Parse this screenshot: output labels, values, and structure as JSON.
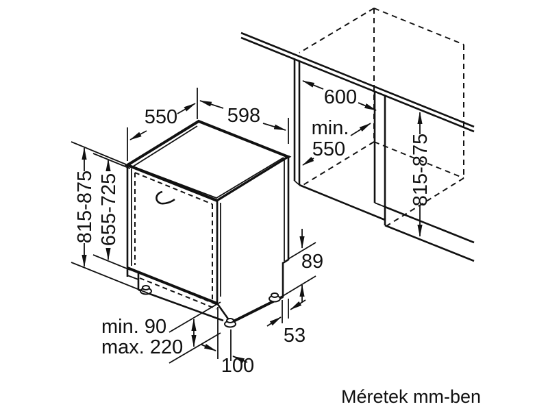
{
  "diagram": {
    "caption": "Méretek mm-ben",
    "labels": {
      "depth_top": "550",
      "width_top": "598",
      "niche_width": "600",
      "niche_depth_prefix": "min.",
      "niche_depth_value": "550",
      "appliance_height": "815-875",
      "door_panel_height": "655-725",
      "niche_height": "815-875",
      "rear_notch_height": "89",
      "rear_notch_depth": "53",
      "foot_offset": "100",
      "base_clearance_min": "min. 90",
      "base_clearance_max": "max. 220"
    },
    "line_color": "#111111",
    "background_color": "#ffffff"
  }
}
